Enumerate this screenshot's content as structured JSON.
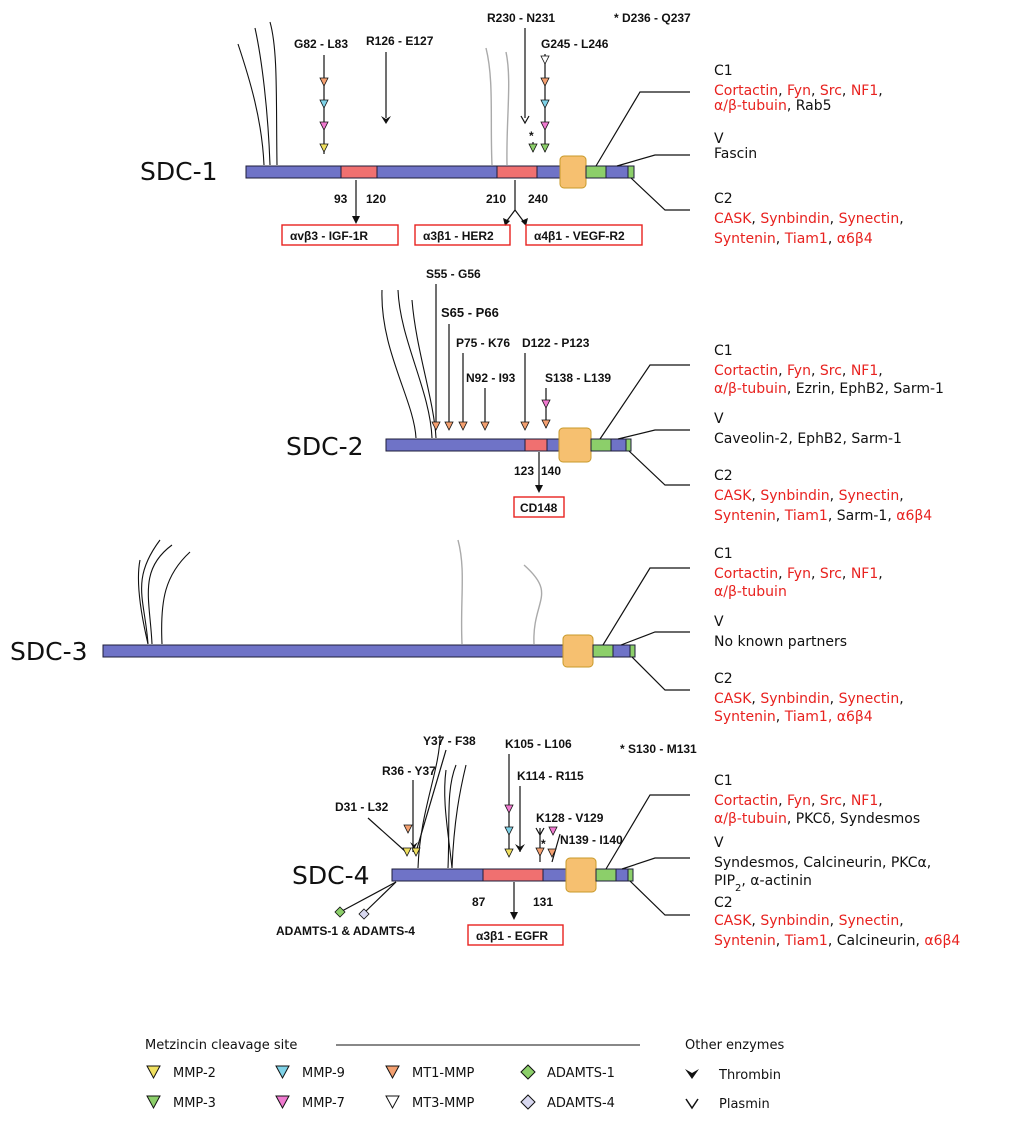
{
  "proteins": [
    {
      "name": "SDC-1",
      "sites": [
        "G82 - L83",
        "R126 - E127",
        "R230 - N231",
        "G245 - L246"
      ],
      "starred_site": "* D236 - Q237",
      "residues": [
        "93",
        "120",
        "210",
        "240"
      ],
      "receptors": [
        "αvβ3 - IGF-1R",
        "α3β1 - HER2",
        "α4β1 - VEGF-R2"
      ],
      "domains": {
        "c1": {
          "label": "C1",
          "partners": [
            {
              "t": "Cortactin",
              "red": true
            },
            {
              "t": ", ",
              "red": false
            },
            {
              "t": "Fyn",
              "red": true
            },
            {
              "t": ", ",
              "red": false
            },
            {
              "t": "Src",
              "red": true
            },
            {
              "t": ", ",
              "red": false
            },
            {
              "t": "NF1",
              "red": true
            },
            {
              "t": ",",
              "red": false
            }
          ],
          "partners2": [
            {
              "t": "α/β-tubuin",
              "red": true
            },
            {
              "t": ", Rab5",
              "red": false
            }
          ]
        },
        "v": {
          "label": "V",
          "partners": [
            {
              "t": "Fascin",
              "red": false
            }
          ],
          "partners2": []
        },
        "c2": {
          "label": "C2",
          "partners": [
            {
              "t": "CASK",
              "red": true
            },
            {
              "t": ", ",
              "red": false
            },
            {
              "t": "Synbindin",
              "red": true
            },
            {
              "t": ", ",
              "red": false
            },
            {
              "t": "Synectin",
              "red": true
            },
            {
              "t": ",",
              "red": false
            }
          ],
          "partners2": [
            {
              "t": "Syntenin",
              "red": true
            },
            {
              "t": ", ",
              "red": false
            },
            {
              "t": "Tiam1",
              "red": true
            },
            {
              "t": ", ",
              "red": false
            },
            {
              "t": "α6β4",
              "red": true
            }
          ]
        }
      }
    },
    {
      "name": "SDC-2",
      "sites": [
        "S55 - G56",
        "S65 - P66",
        "P75 - K76",
        "D122 - P123",
        "N92 - I93",
        "S138 - L139"
      ],
      "residues": [
        "123",
        "140"
      ],
      "receptors": [
        "CD148"
      ],
      "domains": {
        "c1": {
          "label": "C1",
          "partners": [
            {
              "t": "Cortactin",
              "red": true
            },
            {
              "t": ", ",
              "red": false
            },
            {
              "t": "Fyn",
              "red": true
            },
            {
              "t": ", ",
              "red": false
            },
            {
              "t": "Src",
              "red": true
            },
            {
              "t": ", ",
              "red": false
            },
            {
              "t": "NF1",
              "red": true
            },
            {
              "t": ",",
              "red": false
            }
          ],
          "partners2": [
            {
              "t": "α/β-tubuin",
              "red": true
            },
            {
              "t": ", Ezrin, EphB2, Sarm-1",
              "red": false
            }
          ]
        },
        "v": {
          "label": "V",
          "partners": [
            {
              "t": "Caveolin-2, EphB2, Sarm-1",
              "red": false
            }
          ],
          "partners2": []
        },
        "c2": {
          "label": "C2",
          "partners": [
            {
              "t": "CASK",
              "red": true
            },
            {
              "t": ", ",
              "red": false
            },
            {
              "t": "Synbindin",
              "red": true
            },
            {
              "t": ", ",
              "red": false
            },
            {
              "t": "Synectin",
              "red": true
            },
            {
              "t": ",",
              "red": false
            }
          ],
          "partners2": [
            {
              "t": "Syntenin",
              "red": true
            },
            {
              "t": ", ",
              "red": false
            },
            {
              "t": "Tiam1",
              "red": true
            },
            {
              "t": ", Sarm-1, ",
              "red": false
            },
            {
              "t": "α6β4",
              "red": true
            }
          ]
        }
      }
    },
    {
      "name": "SDC-3",
      "sites": [],
      "residues": [],
      "receptors": [],
      "domains": {
        "c1": {
          "label": "C1",
          "partners": [
            {
              "t": "Cortactin",
              "red": true
            },
            {
              "t": ", ",
              "red": false
            },
            {
              "t": "Fyn",
              "red": true
            },
            {
              "t": ", ",
              "red": false
            },
            {
              "t": "Src",
              "red": true
            },
            {
              "t": ", ",
              "red": false
            },
            {
              "t": "NF1",
              "red": true
            },
            {
              "t": ",",
              "red": false
            }
          ],
          "partners2": [
            {
              "t": "α/β-tubuin",
              "red": true
            }
          ]
        },
        "v": {
          "label": "V",
          "partners": [
            {
              "t": "No known partners",
              "red": false
            }
          ],
          "partners2": []
        },
        "c2": {
          "label": "C2",
          "partners": [
            {
              "t": "CASK",
              "red": true
            },
            {
              "t": ", ",
              "red": false
            },
            {
              "t": "Synbindin",
              "red": true
            },
            {
              "t": ", ",
              "red": false
            },
            {
              "t": "Synectin",
              "red": true
            },
            {
              "t": ",",
              "red": false
            }
          ],
          "partners2": [
            {
              "t": "Syntenin",
              "red": true
            },
            {
              "t": ", ",
              "red": false
            },
            {
              "t": "Tiam1, α6β4",
              "red": true
            }
          ]
        }
      }
    },
    {
      "name": "SDC-4",
      "sites": [
        "Y37 - F38",
        "R36 - Y37",
        "D31 - L32",
        "K105 - L106",
        "K114 - R115",
        "K128 - V129",
        "N139 - I140"
      ],
      "starred_site": "* S130 - M131",
      "residues": [
        "87",
        "131"
      ],
      "receptors": [
        "α3β1 - EGFR"
      ],
      "adamts_label": "ADAMTS-1 & ADAMTS-4",
      "domains": {
        "c1": {
          "label": "C1",
          "partners": [
            {
              "t": "Cortactin",
              "red": true
            },
            {
              "t": ", ",
              "red": false
            },
            {
              "t": "Fyn",
              "red": true
            },
            {
              "t": ", ",
              "red": false
            },
            {
              "t": "Src",
              "red": true
            },
            {
              "t": ", ",
              "red": false
            },
            {
              "t": "NF1",
              "red": true
            },
            {
              "t": ",",
              "red": false
            }
          ],
          "partners2": [
            {
              "t": "α/β-tubuin",
              "red": true
            },
            {
              "t": ", PKCδ, Syndesmos",
              "red": false
            }
          ]
        },
        "v": {
          "label": "V",
          "partners": [
            {
              "t": "Syndesmos, Calcineurin, PKCα,",
              "red": false
            }
          ],
          "partners2": [
            {
              "t": "PIP",
              "red": false
            },
            {
              "t": "2",
              "red": false,
              "sub": true
            },
            {
              "t": ", α-actinin",
              "red": false
            }
          ]
        },
        "c2": {
          "label": "C2",
          "partners": [
            {
              "t": "CASK",
              "red": true
            },
            {
              "t": ", ",
              "red": false
            },
            {
              "t": "Synbindin",
              "red": true
            },
            {
              "t": ", ",
              "red": false
            },
            {
              "t": "Synectin",
              "red": true
            },
            {
              "t": ",",
              "red": false
            }
          ],
          "partners2": [
            {
              "t": "Syntenin",
              "red": true
            },
            {
              "t": ", ",
              "red": false
            },
            {
              "t": "Tiam1",
              "red": true
            },
            {
              "t": ", Calcineurin, ",
              "red": false
            },
            {
              "t": "α6β4",
              "red": true
            }
          ]
        }
      }
    }
  ],
  "legend": {
    "metzincin_title": "Metzincin cleavage site",
    "other_title": "Other enzymes",
    "items": [
      {
        "label": "MMP-2",
        "shape": "triangle",
        "color": "#f0e060"
      },
      {
        "label": "MMP-9",
        "shape": "triangle",
        "color": "#7fd3e8"
      },
      {
        "label": "MT1-MMP",
        "shape": "triangle",
        "color": "#f4a070"
      },
      {
        "label": "ADAMTS-1",
        "shape": "diamond",
        "color": "#8ccf6a"
      },
      {
        "label": "MMP-3",
        "shape": "triangle",
        "color": "#8ccf6a"
      },
      {
        "label": "MMP-7",
        "shape": "triangle",
        "color": "#f07ad0"
      },
      {
        "label": "MT3-MMP",
        "shape": "triangle",
        "color": "#ffffff"
      },
      {
        "label": "ADAMTS-4",
        "shape": "diamond",
        "color": "#d8d8f0"
      }
    ],
    "other_items": [
      {
        "label": "Thrombin",
        "icon": "thrombin-icon"
      },
      {
        "label": "Plasmin",
        "icon": "plasmin-icon"
      }
    ]
  }
}
